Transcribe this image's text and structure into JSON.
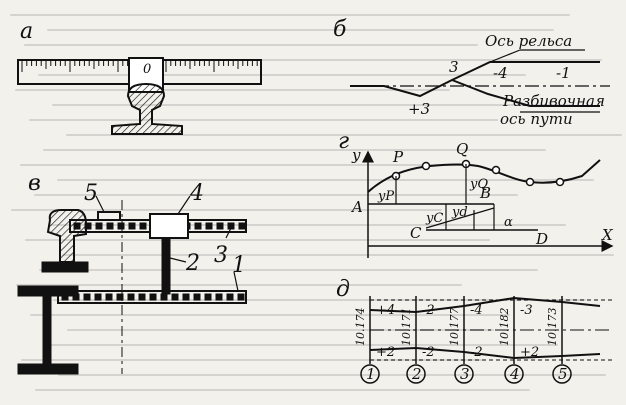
{
  "panel_a": {
    "label": "а",
    "mark": "0"
  },
  "panel_b": {
    "label": "б",
    "rail_axis": "Ось рельса",
    "setout_axis_line1": "Разбивочная",
    "setout_axis_line2": "ось пути",
    "values": [
      "-4",
      "-1",
      "3",
      "+3"
    ]
  },
  "panel_v": {
    "label": "в",
    "callouts": [
      "5",
      "4",
      "2",
      "3",
      "1"
    ]
  },
  "panel_g": {
    "label": "г",
    "axis_y": "y",
    "axis_x": "X",
    "points": [
      "P",
      "Q",
      "A",
      "B",
      "C",
      "D"
    ],
    "ordinates": [
      "yP",
      "yQ",
      "yC",
      "yd"
    ],
    "alpha": "α"
  },
  "panel_d": {
    "label": "д",
    "stations": [
      "1",
      "2",
      "3",
      "4",
      "5"
    ],
    "gauges": [
      "10.174",
      "10.171",
      "10.177",
      "10.182",
      "10.173"
    ],
    "offsets_top": [
      "+4",
      "-2",
      "-4",
      "-3"
    ],
    "offsets_bottom": [
      "+2",
      "-2",
      "-2",
      "+2"
    ]
  }
}
